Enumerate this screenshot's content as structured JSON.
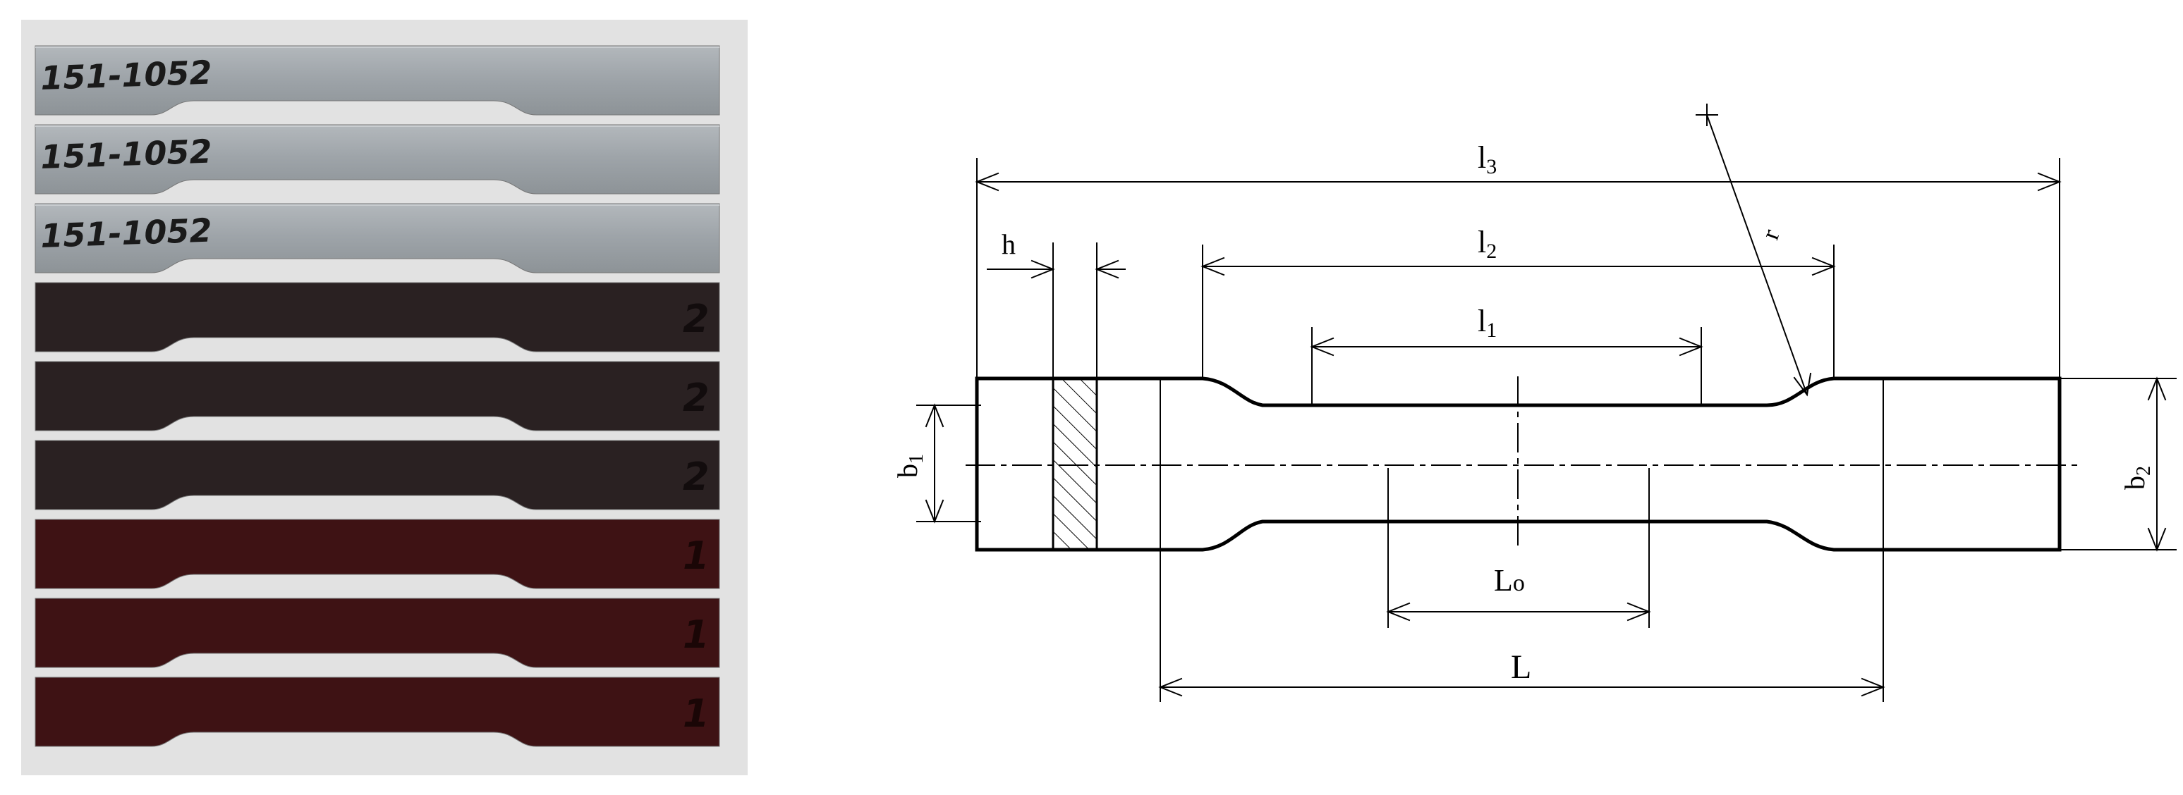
{
  "photo": {
    "specimens": [
      {
        "marking": "151-1052",
        "coating": "galvanized"
      },
      {
        "marking": "151-1052",
        "coating": "galvanized"
      },
      {
        "marking": "151-1052",
        "coating": "galvanized"
      },
      {
        "marking": "2",
        "coating": "dark"
      },
      {
        "marking": "2",
        "coating": "dark"
      },
      {
        "marking": "2",
        "coating": "dark"
      },
      {
        "marking": "1",
        "coating": "red"
      },
      {
        "marking": "1",
        "coating": "red"
      },
      {
        "marking": "1",
        "coating": "red"
      }
    ],
    "colors": {
      "background": "#dddddd",
      "galvanized": "#9da3a8",
      "dark": "#2a2122",
      "red": "#3e1214",
      "marking": "#1a1a1a"
    }
  },
  "drawing": {
    "labels": {
      "l1": {
        "main": "l",
        "sub": "1"
      },
      "l2": {
        "main": "l",
        "sub": "2"
      },
      "l3": {
        "main": "l",
        "sub": "3"
      },
      "h": "h",
      "r": "r",
      "b1": {
        "main": "b",
        "sub": "1"
      },
      "b2": {
        "main": "b",
        "sub": "2"
      },
      "L0": {
        "main": "L",
        "sub": "o"
      },
      "L": "L"
    },
    "colors": {
      "line": "#000000"
    }
  }
}
